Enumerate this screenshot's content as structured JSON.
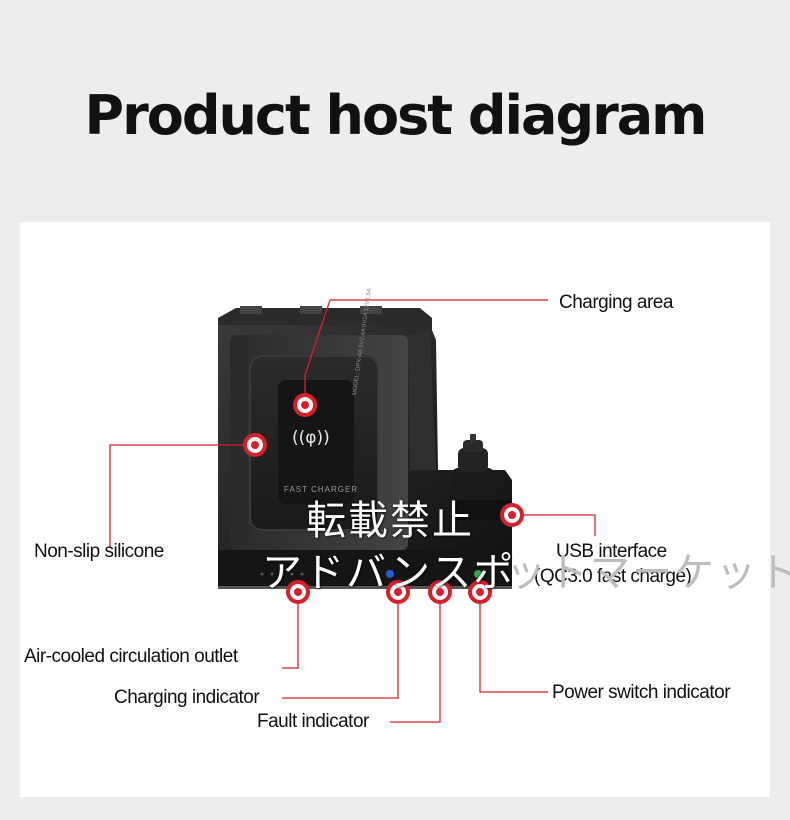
{
  "title": "Product host diagram",
  "callouts": {
    "charging_area": "Charging area",
    "non_slip_silicone": "Non-slip silicone",
    "usb_interface_line1": "USB interface",
    "usb_interface_line2": "(QC3.0 fast charge)",
    "air_cooled_outlet": "Air-cooled circulation outlet",
    "charging_indicator": "Charging indicator",
    "fault_indicator": "Fault indicator",
    "power_switch_indicator": "Power switch indicator"
  },
  "device": {
    "pad_label": "FAST CHARGER",
    "wireless_symbol": "((φ))",
    "side_text": "MODEL: DPX-A8 5V2.4A 9V2A 12V1.5A"
  },
  "watermark": {
    "line1": "転載禁止",
    "line2": "アドバンスポ",
    "line2_right": "ットマーケット"
  },
  "colors": {
    "marker": "#d8202a",
    "device_dark": "#1e1e1e",
    "accent_blue": "#2a5bd7"
  }
}
